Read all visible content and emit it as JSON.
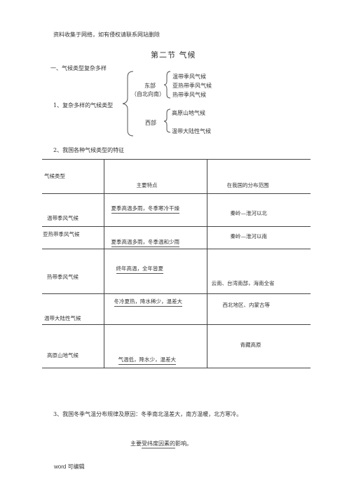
{
  "header": {
    "disclaimer": "资料收集于网络，如有侵权请联系网站删除"
  },
  "title": "第二节   气候",
  "section1": {
    "heading": "一、气候类型复杂多样",
    "item_label": "1、复杂多样的气候类型",
    "east": {
      "label": "东部",
      "sub": "（自北向南）",
      "types": [
        "温带季风气候",
        "亚热带季风气候",
        "热带季风气候"
      ]
    },
    "west": {
      "label": "西部",
      "types": [
        "高原山地气候",
        "温带大陆性气候"
      ]
    }
  },
  "section2": {
    "heading": "2、我国各种气候类型的特征"
  },
  "table": {
    "headers": [
      "气候类型",
      "主要特点",
      "在我国的分布范围"
    ],
    "rows": [
      {
        "type": "温带季风气候",
        "feature": "夏季高温多雨，冬季寒冷干燥",
        "range": "秦岭—淮河以北"
      },
      {
        "type": "亚热带季风气候",
        "feature": "夏季高温多雨，冬季温和少雨",
        "range": "秦岭—淮河以南"
      },
      {
        "type": "热带季风气候",
        "feature": "终年高温，全年皆夏",
        "range": "云南、台湾南部，海南全省"
      },
      {
        "type": "温带大陆性气候",
        "feature": "冬冷夏热，降水稀少，温差大",
        "range": "西北地区、内蒙古等"
      },
      {
        "type": "高原山地气候",
        "feature": "气温低，降水少，温差大",
        "range": "青藏高原"
      }
    ]
  },
  "section3": {
    "text": "3、我国冬季气温分布规律及原因：冬季南北温差大，南方温暖，北方寒冷。",
    "reason": "主要受纬度因素的影响。"
  },
  "footer": {
    "label": "word 可编辑"
  }
}
